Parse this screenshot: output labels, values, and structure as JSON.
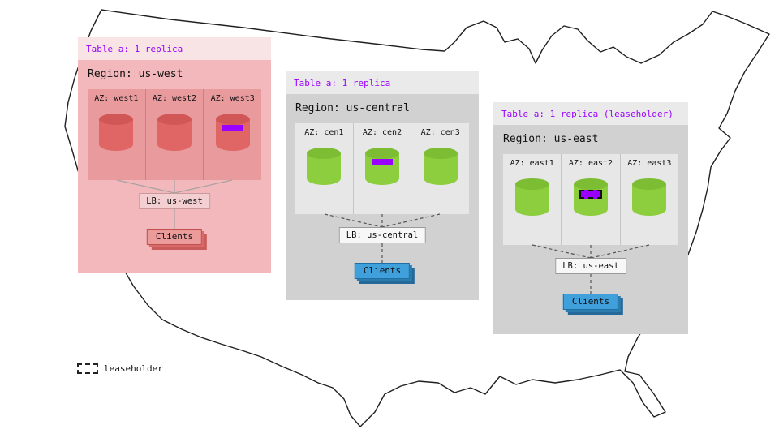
{
  "colors": {
    "accent_purple": "#9900ff",
    "west_header": "#f8e3e5",
    "west_body": "#f2b8bb",
    "west_az_box": "#e89a9d",
    "west_cylinder": "#e06666",
    "west_cylinder_top": "#d15757",
    "west_lb_bg": "#f4cfd1",
    "west_clients": "#ec9b9b",
    "west_clients_shadow": "#d96a6a",
    "gray_header": "#eaeaea",
    "gray_body": "#d1d1d1",
    "gray_az_box": "#e7e7e7",
    "green_cylinder": "#8dce3e",
    "green_cylinder_top": "#7dbd33",
    "lb_bg": "#f7f7f7",
    "clients_blue": "#3fa0dc",
    "clients_blue_shadow": "#2c7cae"
  },
  "regions": [
    {
      "id": "us-west",
      "table_label": "Table a: 1 replica",
      "table_label_struck": true,
      "region_label": "Region: us-west",
      "azs": [
        {
          "label": "AZ: west1",
          "replica": false
        },
        {
          "label": "AZ: west2",
          "replica": false
        },
        {
          "label": "AZ: west3",
          "replica": true
        }
      ],
      "lb_label": "LB: us-west",
      "clients_label": "Clients"
    },
    {
      "id": "us-central",
      "table_label": "Table a: 1 replica",
      "table_label_struck": false,
      "region_label": "Region: us-central",
      "azs": [
        {
          "label": "AZ: cen1",
          "replica": false
        },
        {
          "label": "AZ: cen2",
          "replica": true
        },
        {
          "label": "AZ: cen3",
          "replica": false
        }
      ],
      "lb_label": "LB: us-central",
      "clients_label": "Clients"
    },
    {
      "id": "us-east",
      "table_label": "Table a: 1 replica (leaseholder)",
      "table_label_struck": false,
      "region_label": "Region: us-east",
      "azs": [
        {
          "label": "AZ: east1",
          "replica": false
        },
        {
          "label": "AZ: east2",
          "replica": true,
          "leaseholder": true
        },
        {
          "label": "AZ: east3",
          "replica": false
        }
      ],
      "lb_label": "LB: us-east",
      "clients_label": "Clients"
    }
  ],
  "legend": {
    "label": "leaseholder"
  }
}
